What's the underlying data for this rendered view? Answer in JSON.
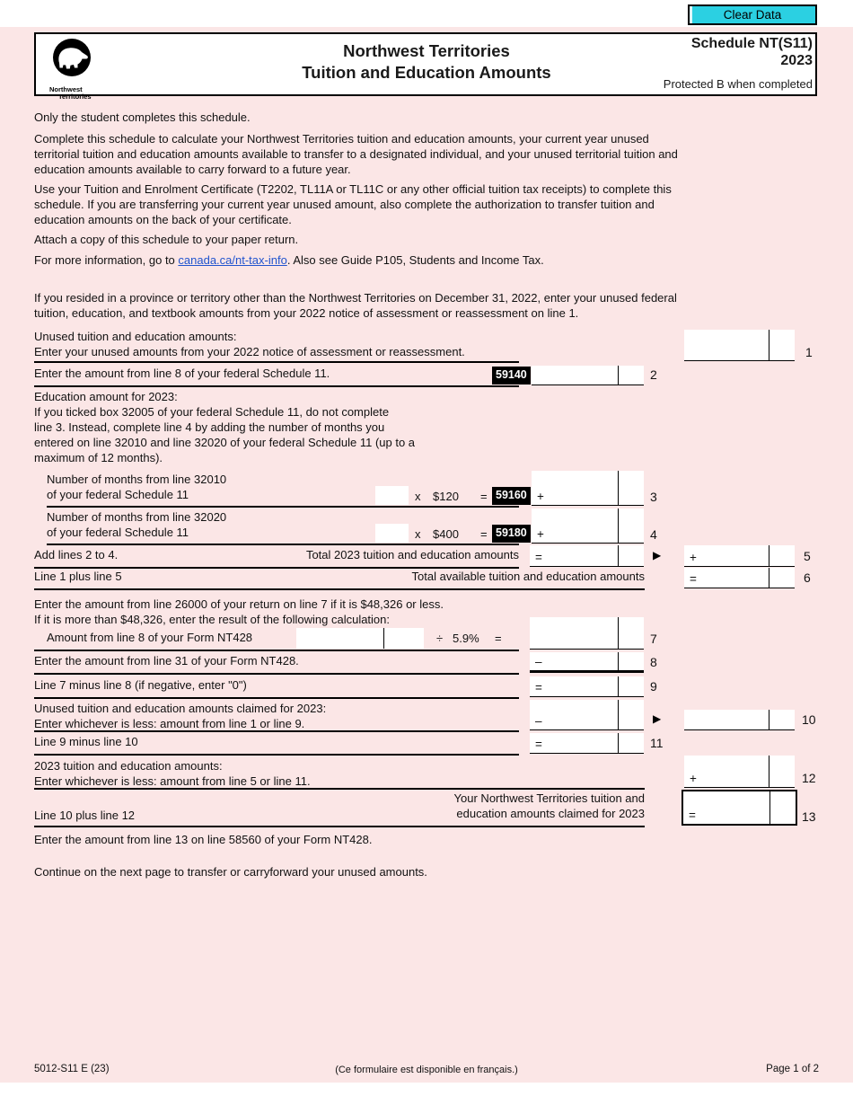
{
  "colors": {
    "page_pink": "#fbe6e6",
    "button_cyan": "#2bd0e2",
    "link_blue": "#2053ce",
    "badge_black": "#000000"
  },
  "symbols": {
    "plus": "+",
    "minus": "–",
    "equals": "=",
    "times": "x",
    "divide": "÷",
    "arrow": "▶"
  },
  "toolbar": {
    "clear_label": "Clear Data"
  },
  "header": {
    "logo_word1": "Northwest",
    "logo_word2": "Territories",
    "title_line1": "Northwest Territories",
    "title_line2": "Tuition and Education Amounts",
    "schedule": "Schedule NT(S11)",
    "year": "2023",
    "protected": "Protected B when completed"
  },
  "intro": {
    "p1": "Only the student completes this schedule.",
    "p2": "Complete this schedule to calculate your Northwest Territories tuition and education amounts, your current year unused\nterritorial tuition and education amounts available to transfer to a designated individual, and your unused territorial tuition and\neducation amounts available to carry forward to a future year.",
    "p3": "Use your Tuition and Enrolment Certificate (T2202, TL11A or TL11C or any other official tuition tax receipts) to complete this\nschedule. If you are transferring your current year unused amount, also complete the authorization to transfer tuition and\neducation amounts on the back of your certificate.",
    "p4": "Attach a copy of this schedule to your paper return.",
    "p5_before": "For more information, go to ",
    "p5_link": "canada.ca/nt-tax-info",
    "p5_after": ". Also see Guide P105, Students and Income Tax.",
    "p6": "If you resided in a province or territory other than the Northwest Territories on December 31, 2022, enter your unused federal\ntuition, education, and textbook amounts from your 2022 notice of assessment or reassessment on line 1."
  },
  "form": {
    "row1": {
      "label": "Unused tuition and education amounts:\nEnter your unused amounts from your 2022 notice of assessment or reassessment.",
      "lineno": "1"
    },
    "row2": {
      "label": "Enter the amount from line 8 of your federal Schedule 11.",
      "code": "59140",
      "lineno": "2"
    },
    "edu_note": "Education amount for 2023:\nIf you ticked box 32005 of your federal Schedule 11, do not complete\nline 3. Instead, complete line 4 by adding the number of months you\nentered on line 32010 and line 32020 of your federal Schedule 11 (up to a\nmaximum of 12 months).",
    "row3": {
      "label": "Number of months from line 32010\nof your federal Schedule 11",
      "amount": "$120",
      "code": "59160",
      "lineno": "3"
    },
    "row4": {
      "label": "Number of months from line 32020\nof your federal Schedule 11",
      "amount": "$400",
      "code": "59180",
      "lineno": "4"
    },
    "row5": {
      "label": "Add lines 2 to 4.",
      "label_right": "Total 2023 tuition and education amounts",
      "lineno": "5"
    },
    "row6": {
      "label": "Line 1 plus line 5",
      "label_right": "Total available tuition and education amounts",
      "lineno": "6"
    },
    "line7_intro": "Enter the amount from line 26000 of your return on line 7 if it is $48,326 or less.\nIf it is more than $48,326, enter the result of the following calculation:",
    "row7": {
      "label": "Amount from line 8 of your Form NT428",
      "rate": "5.9%",
      "lineno": "7"
    },
    "row8": {
      "label": "Enter the amount from line 31 of your Form NT428.",
      "lineno": "8"
    },
    "row9": {
      "label": "Line 7 minus line 8 (if negative, enter \"0\")",
      "lineno": "9"
    },
    "row10": {
      "label": "Unused tuition and education amounts claimed for 2023:\nEnter whichever is less: amount from line 1 or line 9.",
      "lineno": "10"
    },
    "row11": {
      "label": "Line 9 minus line 10",
      "lineno": "11"
    },
    "row12": {
      "label": "2023 tuition and education amounts:\nEnter whichever is less: amount from line 5 or line 11.",
      "lineno": "12"
    },
    "row13": {
      "label": "Line 10 plus line 12",
      "label_right": "Your Northwest Territories tuition and\neducation amounts claimed for 2023",
      "lineno": "13"
    },
    "note13": "Enter the amount from line 13 on line 58560 of your Form NT428.",
    "continue_note": "Continue on the next page to transfer or carryforward your unused amounts."
  },
  "footer": {
    "form_code": "5012-S11 E (23)",
    "french_note": "(Ce formulaire est disponible en français.)",
    "page": "Page 1 of 2"
  }
}
